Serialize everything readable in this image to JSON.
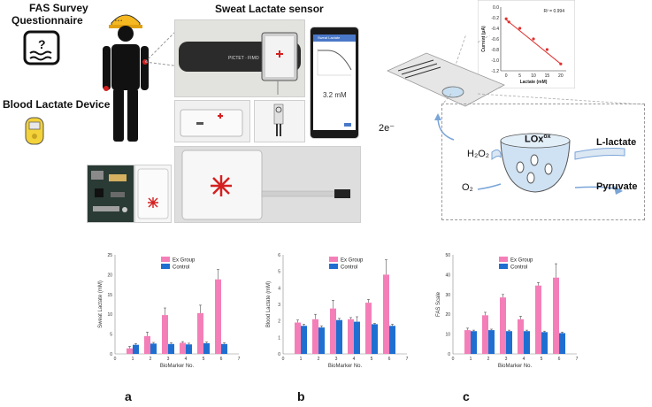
{
  "figure": {
    "survey_label_1": "FAS Survey",
    "survey_label_2": "Questionnaire",
    "device_label": "Blood  Lactate Device",
    "sensor_title": "Sweat Lactate sensor",
    "band_text": "PICTET · FIMO",
    "phone_screen_title": "Sweat Lactate",
    "phone_value": "3.2 mM",
    "electron_label": "2e⁻",
    "h2o2_label": "H₂O₂",
    "o2_label": "O₂",
    "lox_label": "LOx",
    "lox_sup": "ox",
    "l_lactate_label": "L-lactate",
    "pyruvate_label": "Pyruvate",
    "panel_letters": [
      "a",
      "b",
      "c"
    ]
  },
  "colors": {
    "ex_group": "#f47fb8",
    "control": "#1f6fd1",
    "calibration_line": "#e03030",
    "arrow": "#7aa5d8"
  },
  "chart_data": [
    {
      "type": "scatter",
      "title": "",
      "r2_label": "R² = 0.994",
      "xlabel": "Lactate (mM)",
      "ylabel": "Current (μA)",
      "xlim": [
        -2,
        22
      ],
      "ylim": [
        -1.2,
        0.0
      ],
      "x_ticks": [
        0,
        5,
        10,
        15,
        20
      ],
      "y_ticks": [
        0.0,
        -0.2,
        -0.4,
        -0.6,
        -0.8,
        -1.0,
        -1.2
      ],
      "y_tick_labels": [
        "0.0",
        "-0.2",
        "-0.4",
        "-0.6",
        "-0.8",
        "-1.0",
        "-1.2"
      ],
      "grid": false,
      "points": [
        {
          "x": 0,
          "y": -0.22
        },
        {
          "x": 1,
          "y": -0.28
        },
        {
          "x": 5,
          "y": -0.4
        },
        {
          "x": 10,
          "y": -0.6
        },
        {
          "x": 15,
          "y": -0.8
        },
        {
          "x": 20,
          "y": -1.07
        }
      ],
      "fit": {
        "x": [
          0,
          20
        ],
        "y": [
          -0.24,
          -1.07
        ]
      }
    },
    {
      "type": "bar",
      "xlabel": "BioMarker No.",
      "ylabel": "Sweat Lactate (mM)",
      "ylim": [
        0,
        25
      ],
      "y_ticks": [
        0,
        5,
        10,
        15,
        20,
        25
      ],
      "x_ticks": [
        0,
        1,
        2,
        3,
        4,
        5,
        6,
        7
      ],
      "categories": [
        "1",
        "2",
        "3",
        "4",
        "5",
        "6"
      ],
      "legend_position": "top-center",
      "series": [
        {
          "name": "Ex Group",
          "color_key": "ex_group",
          "values": [
            1.4,
            4.5,
            9.8,
            2.8,
            10.3,
            18.8
          ],
          "errors": [
            0.5,
            1.0,
            1.8,
            0.3,
            2.0,
            2.5
          ]
        },
        {
          "name": "Control",
          "color_key": "control",
          "values": [
            2.3,
            2.6,
            2.5,
            2.4,
            2.7,
            2.5
          ],
          "errors": [
            0.3,
            0.3,
            0.3,
            0.3,
            0.3,
            0.3
          ]
        }
      ]
    },
    {
      "type": "bar",
      "xlabel": "BioMarker No.",
      "ylabel": "Blood Lactate (mM)",
      "ylim": [
        0,
        6
      ],
      "y_ticks": [
        0,
        1,
        2,
        3,
        4,
        5,
        6
      ],
      "x_ticks": [
        0,
        1,
        2,
        3,
        4,
        5,
        6,
        7
      ],
      "categories": [
        "1",
        "2",
        "3",
        "4",
        "5",
        "6"
      ],
      "legend_position": "top-center",
      "series": [
        {
          "name": "Ex Group",
          "color_key": "ex_group",
          "values": [
            1.9,
            2.1,
            2.75,
            2.1,
            3.1,
            4.8
          ],
          "errors": [
            0.15,
            0.3,
            0.5,
            0.1,
            0.2,
            0.9
          ]
        },
        {
          "name": "Control",
          "color_key": "control",
          "values": [
            1.7,
            1.6,
            2.05,
            1.95,
            1.8,
            1.7
          ],
          "errors": [
            0.1,
            0.1,
            0.1,
            0.3,
            0.05,
            0.1
          ]
        }
      ]
    },
    {
      "type": "bar",
      "xlabel": "BioMarker No.",
      "ylabel": "FAS Scale",
      "ylim": [
        0,
        50
      ],
      "y_ticks": [
        0,
        10,
        20,
        30,
        40,
        50
      ],
      "x_ticks": [
        0,
        1,
        2,
        3,
        4,
        5,
        6,
        7
      ],
      "categories": [
        "1",
        "2",
        "3",
        "4",
        "5",
        "6"
      ],
      "legend_position": "top-center",
      "series": [
        {
          "name": "Ex Group",
          "color_key": "ex_group",
          "values": [
            12,
            19.5,
            28.5,
            17.5,
            34.5,
            38.5
          ],
          "errors": [
            1.0,
            1.5,
            1.5,
            1.5,
            1.5,
            7.0
          ]
        },
        {
          "name": "Control",
          "color_key": "control",
          "values": [
            11.5,
            12,
            11.5,
            11.5,
            11,
            10.5
          ],
          "errors": [
            0.5,
            0.5,
            0.5,
            0.5,
            0.5,
            0.5
          ]
        }
      ]
    }
  ]
}
